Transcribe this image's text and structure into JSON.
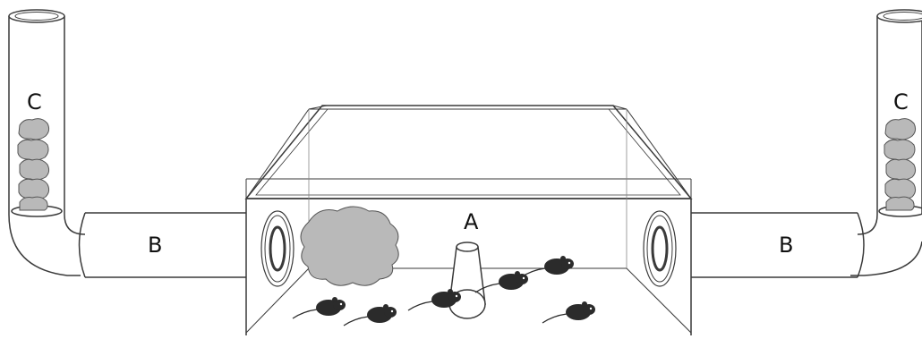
{
  "labels": {
    "center": "A",
    "tube_left": "B",
    "tube_right": "B",
    "feeder_left": "C",
    "feeder_right": "C"
  },
  "colors": {
    "stroke": "#3a3a3a",
    "fill_gray": "#b9b9b9",
    "mouse": "#2b2b2b"
  }
}
